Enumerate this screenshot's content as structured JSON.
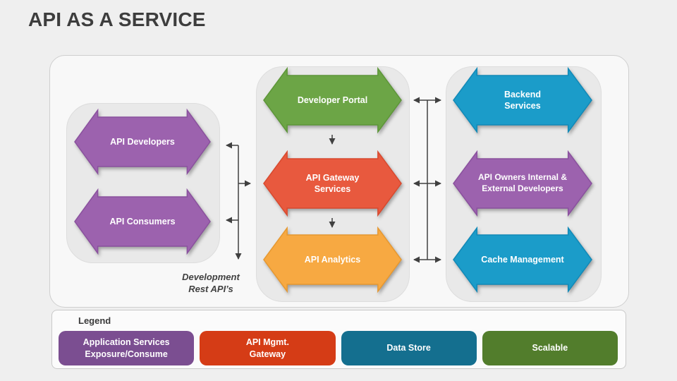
{
  "slide": {
    "title": "API AS A SERVICE",
    "background_color": "#efefef"
  },
  "diagram": {
    "connector_color": "#404040",
    "left_panel": {
      "items": [
        {
          "label": "API Developers",
          "color": "#9c62ae",
          "border": "#8a519e"
        },
        {
          "label": "API Consumers",
          "color": "#9c62ae",
          "border": "#8a519e"
        }
      ]
    },
    "middle_panel": {
      "items": [
        {
          "label": "Developer Portal",
          "color": "#6ca546",
          "border": "#5d9638"
        },
        {
          "label": "API Gateway\nServices",
          "color": "#e8593e",
          "border": "#d8492e"
        },
        {
          "label": "API Analytics",
          "color": "#f7a942",
          "border": "#e69830"
        }
      ]
    },
    "right_panel": {
      "items": [
        {
          "label": "Backend\nServices",
          "color": "#1b9cc9",
          "border": "#1289b7"
        },
        {
          "label": "API Owners Internal &\nExternal Developers",
          "color": "#9c62ae",
          "border": "#8a519e"
        },
        {
          "label": "Cache Management",
          "color": "#1b9cc9",
          "border": "#1289b7"
        }
      ]
    },
    "annotation": "Development\nRest API’s"
  },
  "legend": {
    "label": "Legend",
    "items": [
      {
        "label": "Application Services\nExposure/Consume",
        "color": "#7b4e91"
      },
      {
        "label": "API Mgmt.\nGateway",
        "color": "#d53c16"
      },
      {
        "label": "Data Store",
        "color": "#146f8f"
      },
      {
        "label": "Scalable",
        "color": "#527d2c"
      }
    ]
  }
}
